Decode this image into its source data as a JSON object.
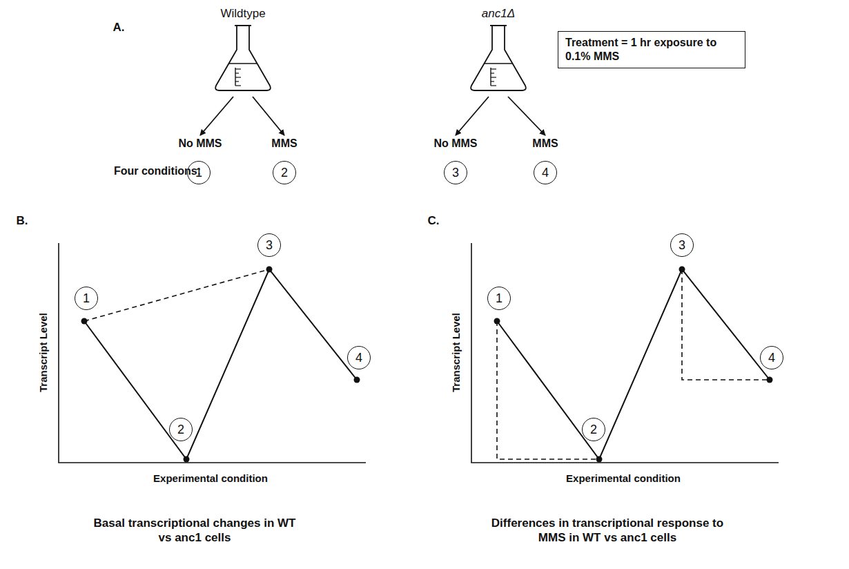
{
  "diagram": {
    "nodes": [
      {
        "text": [
          "Wildtype"
        ]
      },
      {
        "text": [
          "anc1Δ"
        ]
      },
      {
        "text": [
          "No MMS"
        ]
      },
      {
        "text": [
          "MMS"
        ]
      },
      {
        "text": [
          "No MMS"
        ]
      },
      {
        "text": [
          "MMS"
        ]
      },
      {
        "text": [
          "1"
        ]
      },
      {
        "text": [
          "2"
        ]
      },
      {
        "text": [
          "3"
        ]
      },
      {
        "text": [
          "4"
        ]
      },
      {
        "text": [
          "Treatment = 1 hr exposure to 0.1% MMS"
        ]
      },
      {
        "text": [
          "1"
        ]
      },
      {
        "text": [
          "2"
        ]
      },
      {
        "text": [
          "3"
        ]
      },
      {
        "text": [
          "4"
        ]
      },
      {
        "text": [
          "1"
        ]
      },
      {
        "text": [
          "2"
        ]
      },
      {
        "text": [
          "3"
        ]
      },
      {
        "text": [
          "4"
        ]
      }
    ],
    "edges": [
      {
        "from": 0,
        "to": 2,
        "arrow": "to"
      },
      {
        "from": 0,
        "to": 3,
        "arrow": "to"
      },
      {
        "from": 1,
        "to": 4,
        "arrow": "to"
      },
      {
        "from": 1,
        "to": 5,
        "arrow": "to"
      }
    ],
    "labels": [
      "A.",
      "Four conditions:",
      "B.",
      "C.",
      "Transcript Level",
      "Experimental condition",
      "Transcript Level",
      "Experimental condition",
      "Basal transcriptional changes in WT vs anc1 cells",
      "Differences in transcriptional response to MMS in WT vs anc1 cells"
    ]
  }
}
